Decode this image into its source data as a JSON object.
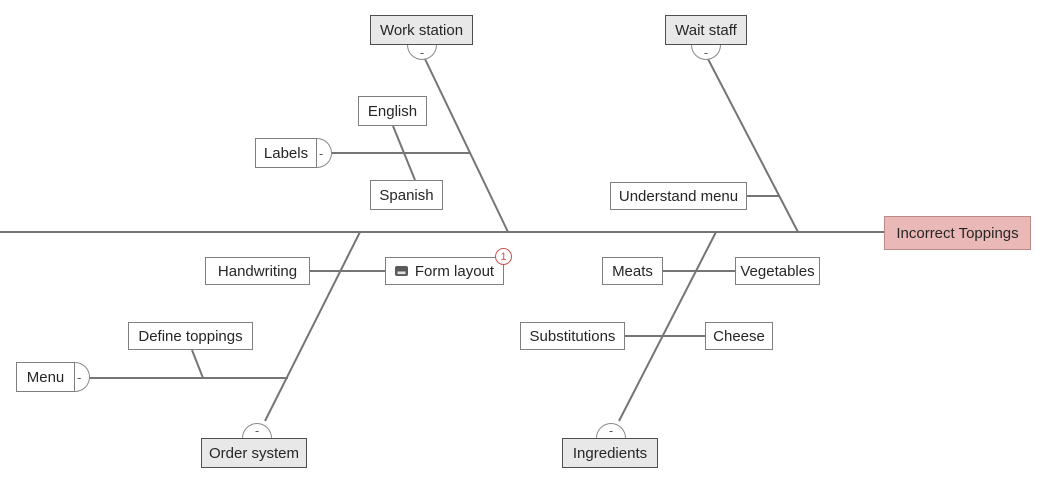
{
  "diagram_type": "fishbone-cause-and-effect",
  "colors": {
    "bone": "#757575",
    "cause_border": "#7f7f7f",
    "category_fill": "#e8e8e8",
    "category_border": "#4e4e4e",
    "effect_fill": "#eab9b7",
    "effect_border": "#bd8a88",
    "badge_red": "#c9534f",
    "text": "#262626",
    "canvas_bg": "#ffffff"
  },
  "effect": {
    "label": "Incorrect Toppings"
  },
  "categories": {
    "work_station": {
      "label": "Work station"
    },
    "wait_staff": {
      "label": "Wait staff"
    },
    "order_system": {
      "label": "Order system"
    },
    "ingredients": {
      "label": "Ingredients"
    }
  },
  "causes": {
    "labels": {
      "label": "Labels"
    },
    "english": {
      "label": "English"
    },
    "spanish": {
      "label": "Spanish"
    },
    "understand_menu": {
      "label": "Understand menu"
    },
    "handwriting": {
      "label": "Handwriting"
    },
    "form_layout": {
      "label": "Form layout",
      "badge_count": "1",
      "icon": "comment-icon"
    },
    "meats": {
      "label": "Meats"
    },
    "vegetables": {
      "label": "Vegetables"
    },
    "substitutions": {
      "label": "Substitutions"
    },
    "cheese": {
      "label": "Cheese"
    },
    "define_toppings": {
      "label": "Define toppings"
    },
    "menu": {
      "label": "Menu"
    }
  },
  "collapse_buttons": {
    "glyph": "-",
    "attached_to": [
      "work_station",
      "wait_staff",
      "order_system",
      "ingredients",
      "labels",
      "menu"
    ]
  }
}
